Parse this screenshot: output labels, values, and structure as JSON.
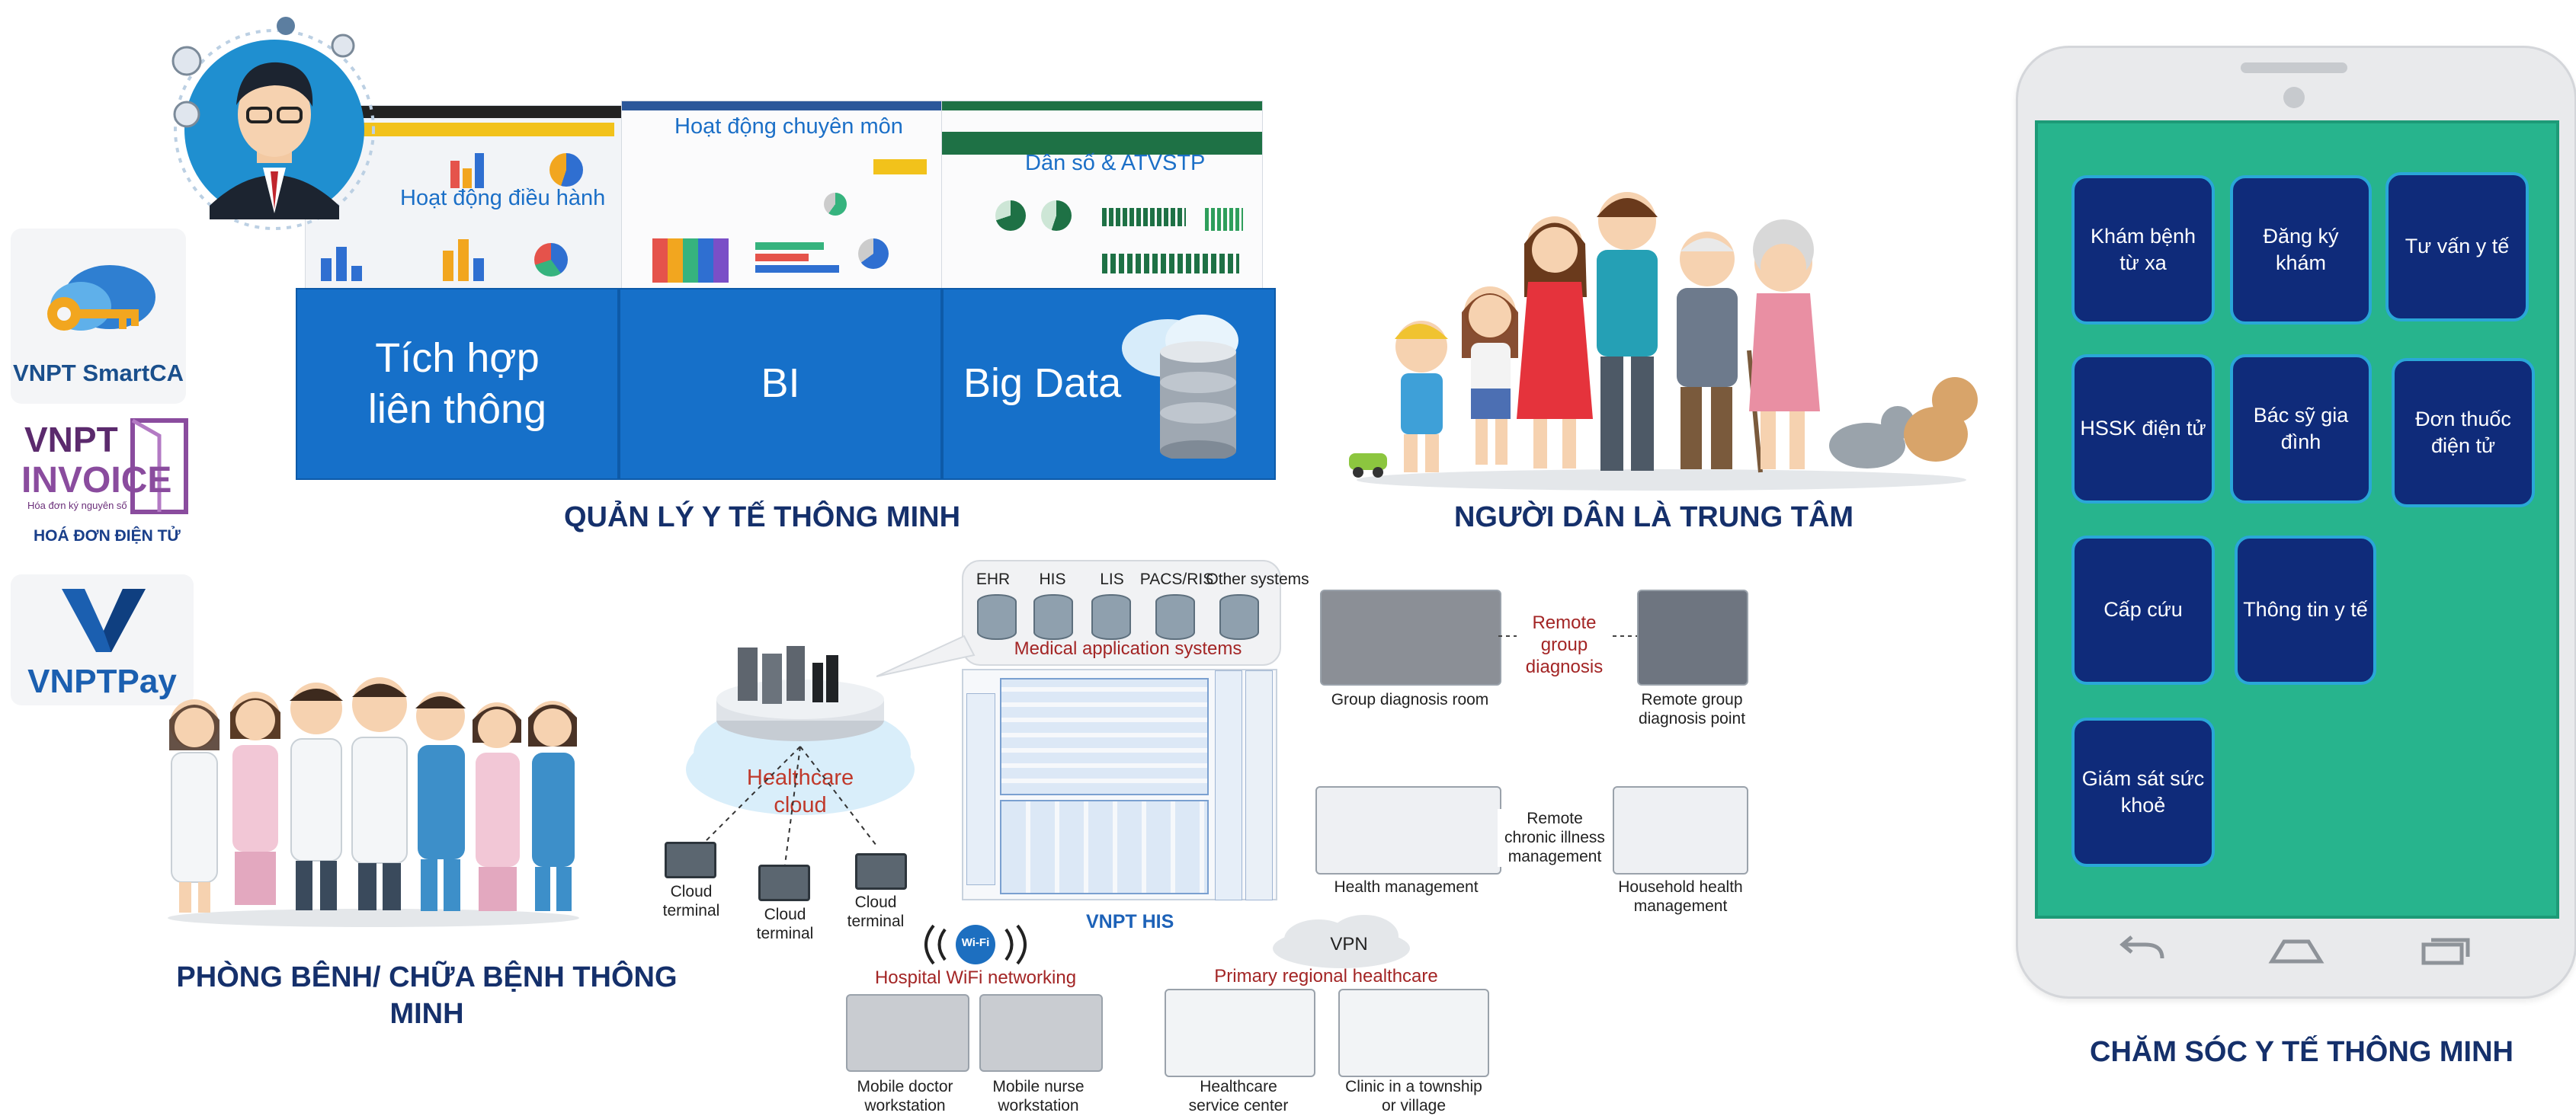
{
  "logos": {
    "smartca": "VNPT SmartCA",
    "invoice_brand": "VNPT",
    "invoice_word": "INVOICE",
    "invoice_tagline": "Hóa đơn ký nguyên số",
    "invoice_caption": "HOÁ ĐƠN ĐIỆN TỬ",
    "pay": "VNPTPay"
  },
  "management": {
    "dash_captions": [
      "Hoạt động điều hành",
      "Hoạt động chuyên môn",
      "Dân số & ATVSTP"
    ],
    "tiles": [
      {
        "line1": "Tích hợp",
        "line2": "liên thông"
      },
      {
        "line1": "BI",
        "line2": ""
      },
      {
        "line1": "Big Data",
        "line2": ""
      }
    ],
    "title": "QUẢN LÝ Y TẾ THÔNG MINH"
  },
  "people": {
    "title": "NGƯỜI DÂN LÀ TRUNG TÂM"
  },
  "hospital": {
    "title_line1": "PHÒNG BÊNH/ CHỮA BỆNH THÔNG",
    "title_line2": "MINH"
  },
  "his_diagram": {
    "systems": [
      "EHR",
      "HIS",
      "LIS",
      "PACS/RIS",
      "Other systems"
    ],
    "systems_caption": "Medical application systems",
    "cloud_label_line1": "Healthcare",
    "cloud_label_line2": "cloud",
    "terminals": [
      "Cloud terminal",
      "Cloud terminal",
      "Cloud terminal"
    ],
    "his_label": "VNPT HIS",
    "wifi_badge": "Wi-Fi",
    "wifi_label": "Hospital WiFi networking",
    "vpn_label": "VPN",
    "primary_label": "Primary regional healthcare",
    "workstations": [
      {
        "line1": "Mobile doctor",
        "line2": "workstation"
      },
      {
        "line1": "Mobile nurse",
        "line2": "workstation"
      }
    ],
    "regional": [
      {
        "line1": "Healthcare",
        "line2": "service center"
      },
      {
        "line1": "Clinic in a township",
        "line2": "or village"
      }
    ],
    "remote_group": {
      "line1": "Remote",
      "line2": "group",
      "line3": "diagnosis"
    },
    "group_room": "Group diagnosis room",
    "remote_point": {
      "line1": "Remote group",
      "line2": "diagnosis point"
    },
    "remote_chronic": {
      "line1": "Remote",
      "line2": "chronic illness",
      "line3": "management"
    },
    "health_mgmt": "Health management",
    "household": {
      "line1": "Household health",
      "line2": "management"
    }
  },
  "phone": {
    "buttons": [
      "Khám bệnh từ xa",
      "Đăng ký khám",
      "Tư vấn y tế",
      "HSSK điện tử",
      "Bác sỹ gia đình",
      "Đơn thuốc điện tử",
      "Cấp cứu",
      "Thông tin y tế",
      "Giám sát sức khoẻ"
    ],
    "title": "CHĂM SÓC Y TẾ THÔNG MINH"
  },
  "colors": {
    "title_navy": "#15306b",
    "tile_blue": "#1670c9",
    "phone_green": "#27b48d",
    "phone_button": "#0f2b7a",
    "diagram_red": "#a32525"
  }
}
